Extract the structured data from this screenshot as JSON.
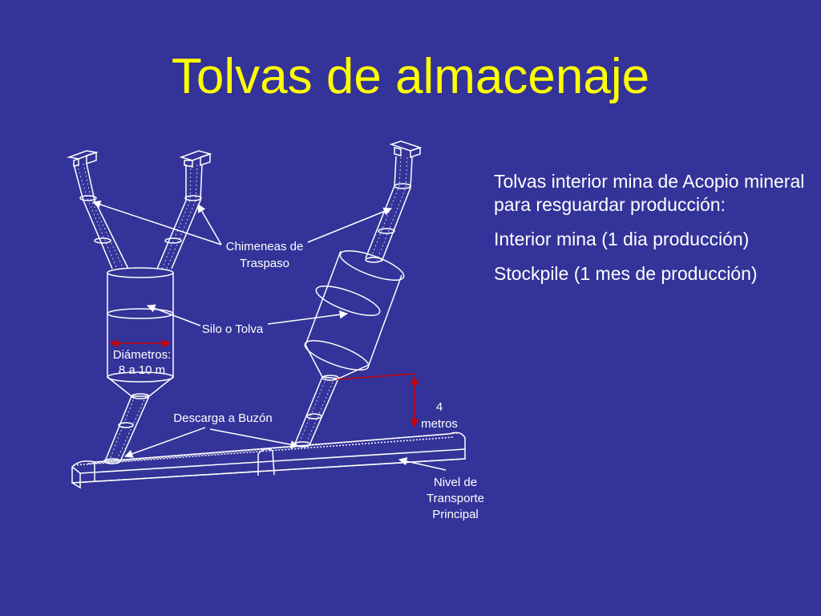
{
  "slide": {
    "title": "Tolvas de almacenaje",
    "bullets": [
      "Tolvas interior mina de Acopio mineral para resguardar producción:",
      "Interior mina (1 dia producción)",
      "Stockpile (1 mes de producción)"
    ]
  },
  "diagram": {
    "labels": {
      "chimeneas_line1": "Chimeneas de",
      "chimeneas_line2": "Traspaso",
      "silo": "Silo o Tolva",
      "diametros_line1": "Diámetros:",
      "diametros_line2": "8 a 10 m",
      "descarga": "Descarga a Buzón",
      "altura_line1": "4",
      "altura_line2": "metros",
      "nivel_line1": "Nivel de",
      "nivel_line2": "Transporte",
      "nivel_line3": "Principal"
    },
    "colors": {
      "background": "#333399",
      "structure": "#ffffff",
      "title": "#ffff00",
      "dimension": "#cc0000"
    }
  }
}
